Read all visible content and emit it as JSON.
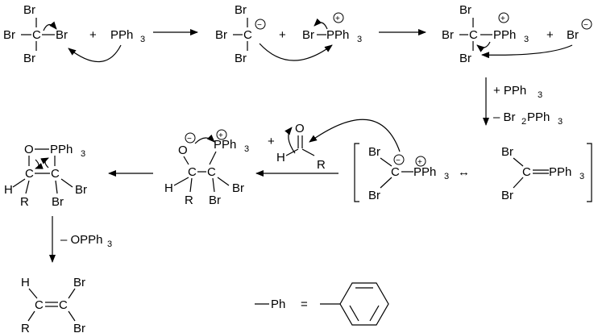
{
  "atoms": {
    "br": "Br",
    "c": "C",
    "o": "O",
    "h": "H",
    "r": "R",
    "p": "P",
    "pph": "PPh",
    "three": "3",
    "two": "2",
    "ph": "Ph"
  },
  "signs": {
    "plus": "+",
    "minus": "–",
    "equals": "=",
    "double_arrow": "↔"
  },
  "charges": {
    "plus": "+",
    "minus": "−"
  },
  "reagents": {
    "add_pph3": "+ PPh",
    "minus_br2pph3": "– Br",
    "br2pph3_tail": "PPh",
    "minus_opph3": "– OPPh"
  }
}
